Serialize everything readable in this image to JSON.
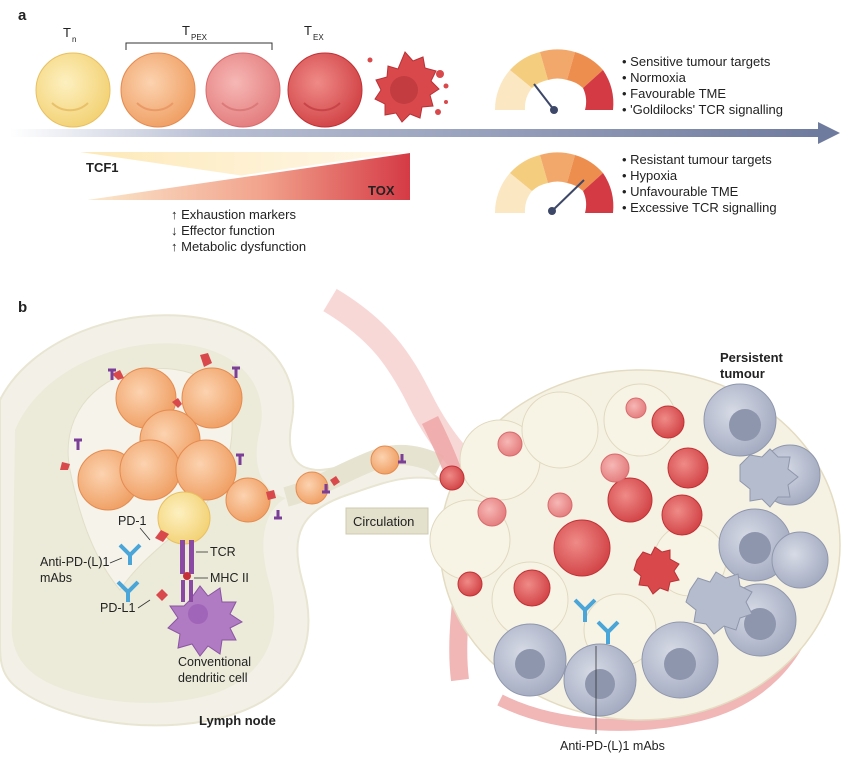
{
  "panel_a": {
    "label": "a",
    "cells": [
      {
        "label": "T",
        "sub": "n"
      },
      {
        "label": "T",
        "sub": "PEX"
      },
      {
        "label": "T",
        "sub": "EX"
      }
    ],
    "gradient_left": "TCF1",
    "gradient_right": "TOX",
    "effects": [
      "↑ Exhaustion markers",
      "↓ Effector function",
      "↑ Metabolic dysfunction"
    ],
    "gauge_top_bullets": [
      "Sensitive tumour targets",
      "Normoxia",
      "Favourable TME",
      "'Goldilocks' TCR signalling"
    ],
    "gauge_bottom_bullets": [
      "Resistant tumour targets",
      "Hypoxia",
      "Unfavourable TME",
      "Excessive TCR signalling"
    ]
  },
  "panel_b": {
    "label": "b",
    "pd1": "PD-1",
    "anti_pd_l1_left_line1": "Anti-PD-(L)1",
    "anti_pd_l1_left_line2": "mAbs",
    "pdl1": "PD-L1",
    "tcr": "TCR",
    "mhc": "MHC II",
    "dc_line1": "Conventional",
    "dc_line2": "dendritic cell",
    "lymph_node": "Lymph node",
    "circulation": "Circulation",
    "persistent_line1": "Persistent",
    "persistent_line2": "tumour",
    "anti_pd_l1_bottom": "Anti-PD-(L)1 mAbs"
  },
  "colors": {
    "naive": "#f7dc8a",
    "pex": "#f4a56b",
    "pex2": "#e88080",
    "tex": "#d94c4c",
    "tumour_cell": "#b9bfd0",
    "arrow": "#7b86a6",
    "gradient_start": "#fbeccf",
    "gradient_end": "#d53a45"
  }
}
